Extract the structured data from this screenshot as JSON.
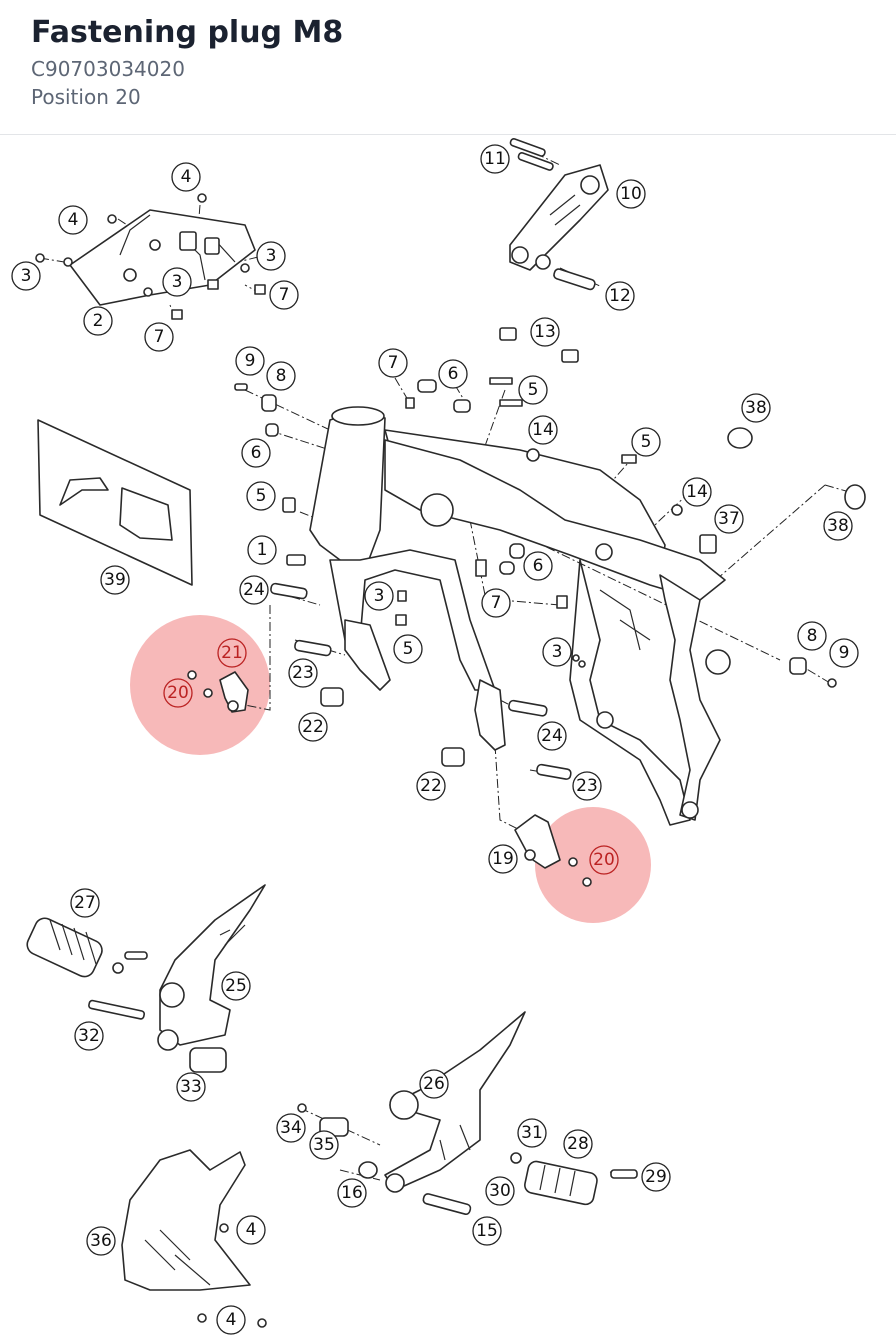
{
  "header": {
    "title": "Fastening plug M8",
    "part_number": "C90703034020",
    "position": "Position 20"
  },
  "highlight_color": "#f08080",
  "callouts": {
    "c4a": "4",
    "c4b": "4",
    "c3a": "3",
    "c3b": "3",
    "c3c": "3",
    "c7a": "7",
    "c7b": "7",
    "c2": "2",
    "c11": "11",
    "c10": "10",
    "c12": "12",
    "c13": "13",
    "c9a": "9",
    "c8a": "8",
    "c7c": "7",
    "c6a": "6",
    "c5a": "5",
    "c6b": "6",
    "c14a": "14",
    "c38a": "38",
    "c5b": "5",
    "c5c": "5",
    "c14b": "14",
    "c37": "37",
    "c38b": "38",
    "c1": "1",
    "c6c": "6",
    "c39": "39",
    "c24a": "24",
    "c3d": "3",
    "c7d": "7",
    "c21": "21",
    "c23a": "23",
    "c5d": "5",
    "c3e": "3",
    "c8b": "8",
    "c9b": "9",
    "c20a": "20",
    "c22a": "22",
    "c24b": "24",
    "c22b": "22",
    "c23b": "23",
    "c19": "19",
    "c20b": "20",
    "c27": "27",
    "c25": "25",
    "c32": "32",
    "c33": "33",
    "c26": "26",
    "c34": "34",
    "c35": "35",
    "c31": "31",
    "c28": "28",
    "c29": "29",
    "c30": "30",
    "c16": "16",
    "c15": "15",
    "c36": "36",
    "c4c": "4",
    "c4d": "4"
  }
}
